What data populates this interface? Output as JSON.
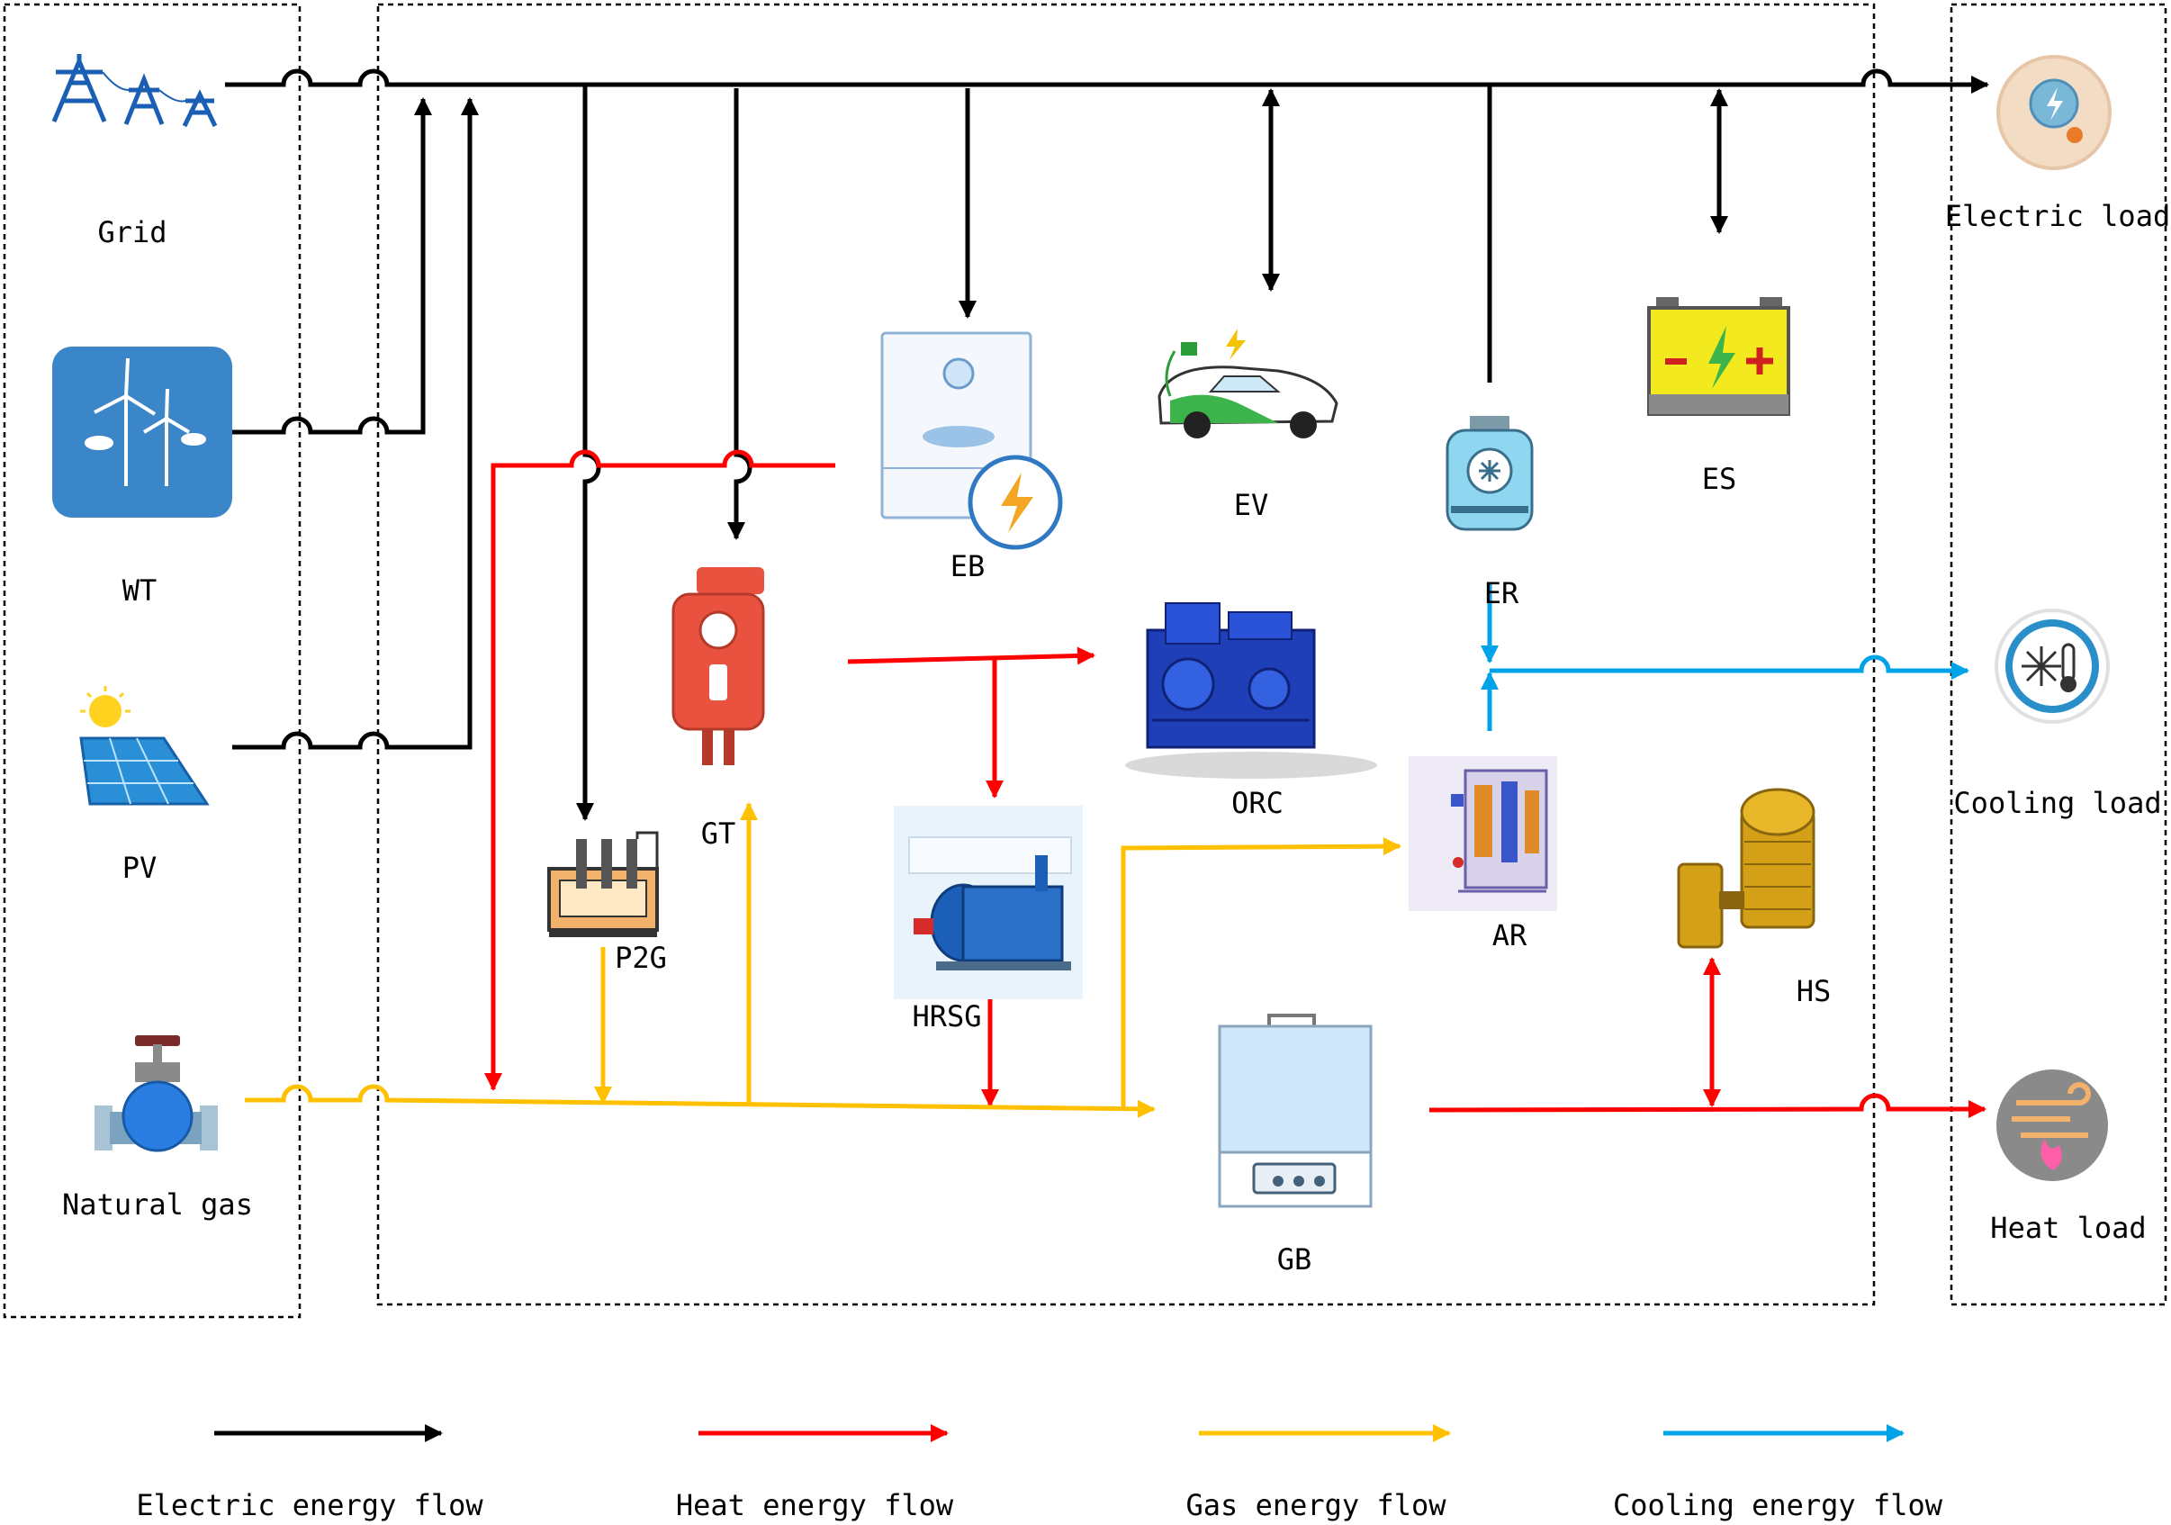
{
  "colors": {
    "electric": "#000000",
    "heat": "#ff0000",
    "gas": "#ffc000",
    "cooling": "#00a2e8"
  },
  "sources": {
    "grid": {
      "label": "Grid",
      "icon": "transmission-tower-icon"
    },
    "wt": {
      "label": "WT",
      "icon": "wind-turbine-icon"
    },
    "pv": {
      "label": "PV",
      "icon": "solar-panel-icon"
    },
    "gas": {
      "label": "Natural gas",
      "icon": "gas-valve-icon"
    }
  },
  "devices": {
    "eb": {
      "label": "EB",
      "icon": "electric-boiler-icon"
    },
    "ev": {
      "label": "EV",
      "icon": "electric-vehicle-icon"
    },
    "er": {
      "label": "ER",
      "icon": "electric-refrigerator-icon"
    },
    "es": {
      "label": "ES",
      "icon": "battery-icon"
    },
    "gt": {
      "label": "GT",
      "icon": "gas-turbine-icon"
    },
    "orc": {
      "label": "ORC",
      "icon": "orc-unit-icon"
    },
    "p2g": {
      "label": "P2G",
      "icon": "power-to-gas-icon"
    },
    "hrsg": {
      "label": "HRSG",
      "icon": "heat-recovery-boiler-icon"
    },
    "ar": {
      "label": "AR",
      "icon": "absorption-refrigerator-icon"
    },
    "hs": {
      "label": "HS",
      "icon": "heat-storage-tank-icon"
    },
    "gb": {
      "label": "GB",
      "icon": "gas-boiler-icon"
    }
  },
  "loads": {
    "electric": {
      "label": "Electric load",
      "icon": "electric-load-icon"
    },
    "cooling": {
      "label": "Cooling load",
      "icon": "cooling-load-icon"
    },
    "heat": {
      "label": "Heat load",
      "icon": "heat-load-icon"
    }
  },
  "legend": {
    "electric": "Electric energy flow",
    "heat": "Heat energy flow",
    "gas": "Gas energy flow",
    "cooling": "Cooling energy flow"
  }
}
